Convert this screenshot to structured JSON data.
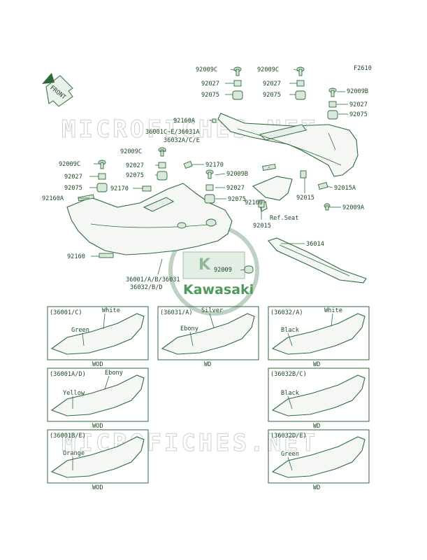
{
  "figure_code": "F2610",
  "front_label": "FRONT",
  "watermark": "MICROFICHES.NET",
  "logo_text": "Kawasaki",
  "callouts": [
    {
      "id": "c1",
      "text": "92009C"
    },
    {
      "id": "c2",
      "text": "92009C"
    },
    {
      "id": "c3",
      "text": "92027"
    },
    {
      "id": "c4",
      "text": "92027"
    },
    {
      "id": "c5",
      "text": "92075"
    },
    {
      "id": "c6",
      "text": "92075"
    },
    {
      "id": "c7",
      "text": "92009B"
    },
    {
      "id": "c8",
      "text": "92027"
    },
    {
      "id": "c9",
      "text": "92075"
    },
    {
      "id": "c10",
      "text": "92160A"
    },
    {
      "id": "c11",
      "text": "36001C~E/36031A"
    },
    {
      "id": "c12",
      "text": "36032A/C/E"
    },
    {
      "id": "c13",
      "text": "92009C"
    },
    {
      "id": "c14",
      "text": "92027"
    },
    {
      "id": "c15",
      "text": "92075"
    },
    {
      "id": "c16",
      "text": "92170"
    },
    {
      "id": "c17",
      "text": "92009B"
    },
    {
      "id": "c18",
      "text": "92009C"
    },
    {
      "id": "c19",
      "text": "92027"
    },
    {
      "id": "c20",
      "text": "92027"
    },
    {
      "id": "c21",
      "text": "92075"
    },
    {
      "id": "c22",
      "text": "92170"
    },
    {
      "id": "c23",
      "text": "92075"
    },
    {
      "id": "c24",
      "text": "92160"
    },
    {
      "id": "c25",
      "text": "92015A"
    },
    {
      "id": "c26",
      "text": "92015"
    },
    {
      "id": "c27",
      "text": "92009A"
    },
    {
      "id": "c28",
      "text": "92160A"
    },
    {
      "id": "c29",
      "text": "Ref.Seat"
    },
    {
      "id": "c30",
      "text": "92015"
    },
    {
      "id": "c31",
      "text": "36014"
    },
    {
      "id": "c32",
      "text": "92160"
    },
    {
      "id": "c33",
      "text": "92009"
    },
    {
      "id": "c34",
      "text": "36001/A/B/36031"
    },
    {
      "id": "c35",
      "text": "36032/B/D"
    }
  ],
  "variants": [
    {
      "id": "v1",
      "code": "(36001/C)",
      "colors": [
        "White",
        "Green"
      ],
      "finish": "WOD"
    },
    {
      "id": "v2",
      "code": "(36031/A)",
      "colors": [
        "Silver",
        "Ebony"
      ],
      "finish": "WD"
    },
    {
      "id": "v3",
      "code": "(36032/A)",
      "colors": [
        "White",
        "Black"
      ],
      "finish": "WD"
    },
    {
      "id": "v4",
      "code": "(36001A/D)",
      "colors": [
        "Ebony",
        "Yellow"
      ],
      "finish": "WOD"
    },
    {
      "id": "v5",
      "code": "(36032B/C)",
      "colors": [
        "Black"
      ],
      "finish": "WD"
    },
    {
      "id": "v6",
      "code": "(36001B/E)",
      "colors": [
        "Orange"
      ],
      "finish": "WOD"
    },
    {
      "id": "v7",
      "code": "(36032D/E)",
      "colors": [
        "Green"
      ],
      "finish": "WD"
    }
  ]
}
